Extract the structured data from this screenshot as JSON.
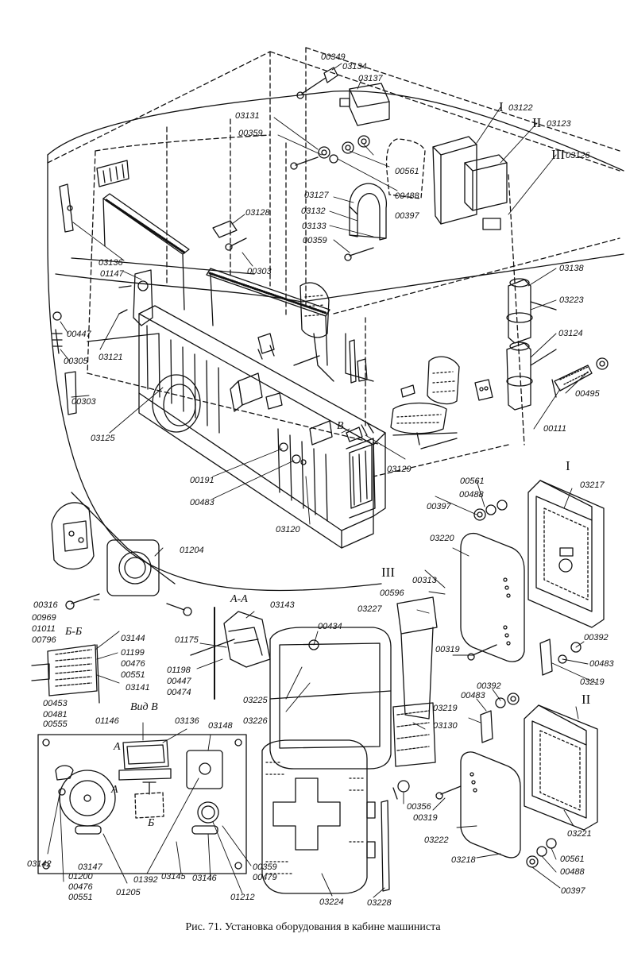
{
  "caption": "Рис. 71. Установка оборудования в кабине машиниста",
  "callouts": {
    "c00349": "00349",
    "c03134": "03134",
    "c03137": "03137",
    "r1a": "I",
    "c03122": "03122",
    "r2a": "II",
    "c03123": "03123",
    "c03131": "03131",
    "c00359a": "00359",
    "c00561a": "00561",
    "c00488a": "00488",
    "c00397a": "00397",
    "r3a": "III",
    "c03126": "03126",
    "c03127": "03127",
    "c03132": "03132",
    "c03133": "03133",
    "c00359b": "00359",
    "c03128": "03128",
    "c00303a": "00303",
    "c03136a": "03136",
    "c01147": "01147",
    "c03138": "03138",
    "c03223": "03223",
    "c03124": "03124",
    "c00495": "00495",
    "c00111": "00111",
    "c00447a": "00447",
    "c00305": "00305",
    "c03121": "03121",
    "c00303b": "00303",
    "c03125": "03125",
    "secB": "В",
    "c03129": "03129",
    "c00191": "00191",
    "c00483a": "00483",
    "c03120": "03120",
    "r1b": "I",
    "c03217": "03217",
    "c00561b": "00561",
    "c00488b": "00488",
    "c00397b": "00397",
    "c03220": "03220",
    "c01204": "01204",
    "r3b": "III",
    "c00313": "00313",
    "c00596": "00596",
    "c03227": "03227",
    "secAA": "А-А",
    "c03143": "03143",
    "c00316": "00316",
    "c00969": "00969",
    "c01011": "01011",
    "c00796": "00796",
    "secBB": "Б-Б",
    "c03144": "03144",
    "c01175": "01175",
    "c00434": "00434",
    "c01199": "01199",
    "c00476a": "00476",
    "c00551a": "00551",
    "c01198": "01198",
    "c00447b": "00447",
    "c00474": "00474",
    "c03141": "03141",
    "c03225": "03225",
    "c03226": "03226",
    "c00319a": "00319",
    "c00392a": "00392",
    "c00483b": "00483",
    "c03219a": "03219",
    "c00453": "00453",
    "c00481": "00481",
    "c00555": "00555",
    "vidB": "Вид В",
    "c00392b": "00392",
    "c00483c": "00483",
    "c03219b": "03219",
    "c03130": "03130",
    "r2b": "II",
    "c01146": "01146",
    "c03136b": "03136",
    "c03148": "03148",
    "lblA": "А",
    "lblA2": "А",
    "c00356": "00356",
    "c00319b": "00319",
    "c03222": "03222",
    "c03221": "03221",
    "c03218": "03218",
    "c00561c": "00561",
    "c00488c": "00488",
    "c00397c": "00397",
    "c03142": "03142",
    "c03147": "03147",
    "c01200": "01200",
    "c00476b": "00476",
    "c00551b": "00551",
    "c01205": "01205",
    "c01392": "01392",
    "c03145": "03145",
    "c03146": "03146",
    "c01212": "01212",
    "c00359c": "00359",
    "c00479": "00479",
    "c03224": "03224",
    "c03228": "03228",
    "lblB": "Б"
  }
}
